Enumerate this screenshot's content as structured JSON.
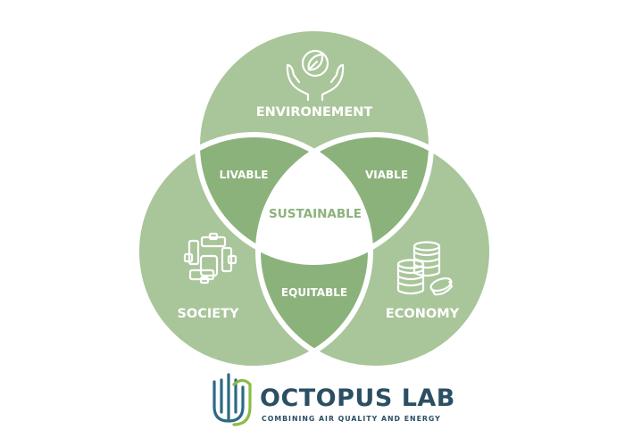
{
  "diagram": {
    "circles": {
      "environment": "ENVIRONEMENT",
      "society": "SOCIETY",
      "economy": "ECONOMY"
    },
    "overlaps": {
      "livable": "LIVABLE",
      "viable": "VIABLE",
      "equitable": "EQUITABLE",
      "center": "SUSTAINABLE"
    },
    "icons": {
      "environment": "hands-holding-leaf-icon",
      "society": "linked-hands-icon",
      "economy": "coin-stack-icon"
    }
  },
  "brand": {
    "name": "OCTOPUS LAB",
    "tagline": "COMBINING AIR QUALITY AND ENERGY"
  },
  "colors": {
    "circle_fill": "#a9c59a",
    "overlap_fill": "#8cb27c",
    "center_fill": "#ffffff",
    "center_text": "#8cb27c",
    "label_text": "#ffffff",
    "brand_text": "#2b4f63",
    "logo_teal": "#2c6a86",
    "logo_green": "#8bbb48"
  }
}
